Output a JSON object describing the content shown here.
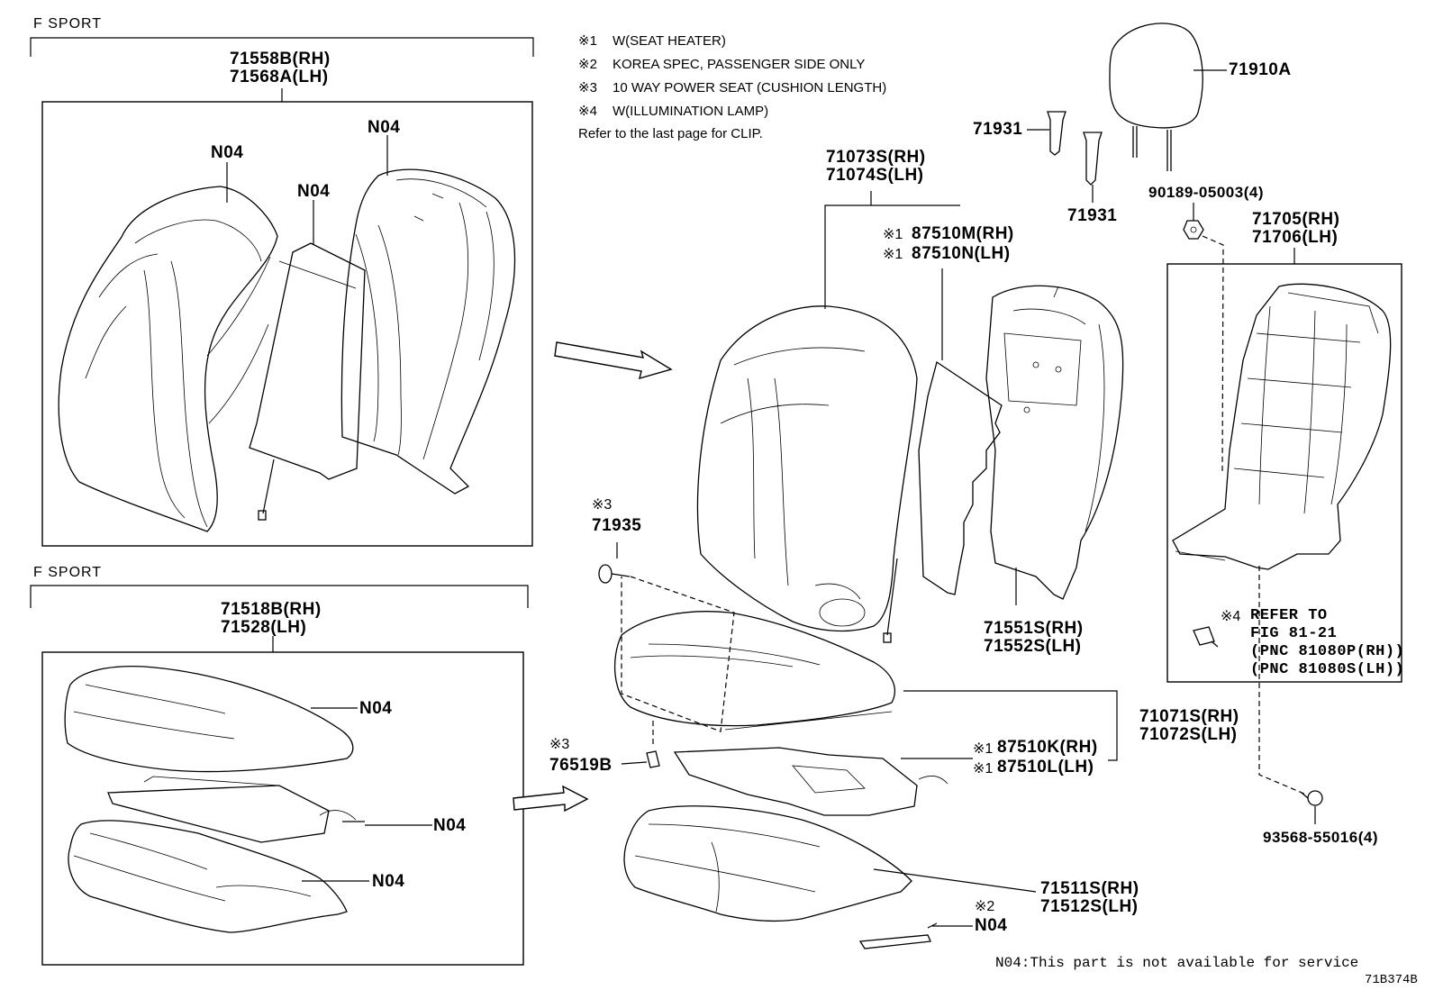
{
  "section_labels": {
    "top": "F SPORT",
    "bottom": "F SPORT"
  },
  "notes": {
    "n1_mark": "※1",
    "n1_text": "W(SEAT HEATER)",
    "n2_mark": "※2",
    "n2_text": "KOREA SPEC, PASSENGER SIDE ONLY",
    "n3_mark": "※3",
    "n3_text": "10 WAY POWER SEAT (CUSHION LENGTH)",
    "n4_mark": "※4",
    "n4_text": "W(ILLUMINATION LAMP)",
    "clip": "Refer to the last page for CLIP."
  },
  "parts": {
    "p71558b": "71558B(RH)",
    "p71568a": "71568A(LH)",
    "n04_a": "N04",
    "n04_b": "N04",
    "n04_c": "N04",
    "p71518b": "71518B(RH)",
    "p71528": "71528(LH)",
    "n04_d": "N04",
    "n04_e": "N04",
    "n04_f": "N04",
    "p71910a": "71910A",
    "p71931_a": "71931",
    "p71931_b": "71931",
    "p90189": "90189-05003(4)",
    "p71705": "71705(RH)",
    "p71706": "71706(LH)",
    "p71073s": "71073S(RH)",
    "p71074s": "71074S(LH)",
    "p87510m_mark": "※1",
    "p87510m": "87510M(RH)",
    "p87510n_mark": "※1",
    "p87510n": "87510N(LH)",
    "p71935_mark": "※3",
    "p71935": "71935",
    "p71551s": "71551S(RH)",
    "p71552s": "71552S(LH)",
    "refer_mark": "※4",
    "refer_1": "REFER TO",
    "refer_2": "FIG 81-21",
    "refer_3": "(PNC 81080P(RH))",
    "refer_4": "(PNC 81080S(LH))",
    "p71071s": "71071S(RH)",
    "p71072s": "71072S(LH)",
    "p87510k_mark": "※1",
    "p87510k": "87510K(RH)",
    "p87510l_mark": "※1",
    "p87510l": "87510L(LH)",
    "p76519b_mark": "※3",
    "p76519b": "76519B",
    "p93568": "93568-55016(4)",
    "p71511s": "71511S(RH)",
    "p71512s": "71512S(LH)",
    "n04_g_mark": "※2",
    "n04_g": "N04"
  },
  "footer": {
    "service_note": "N04:This part is not available for service",
    "figure_code": "71B374B"
  }
}
